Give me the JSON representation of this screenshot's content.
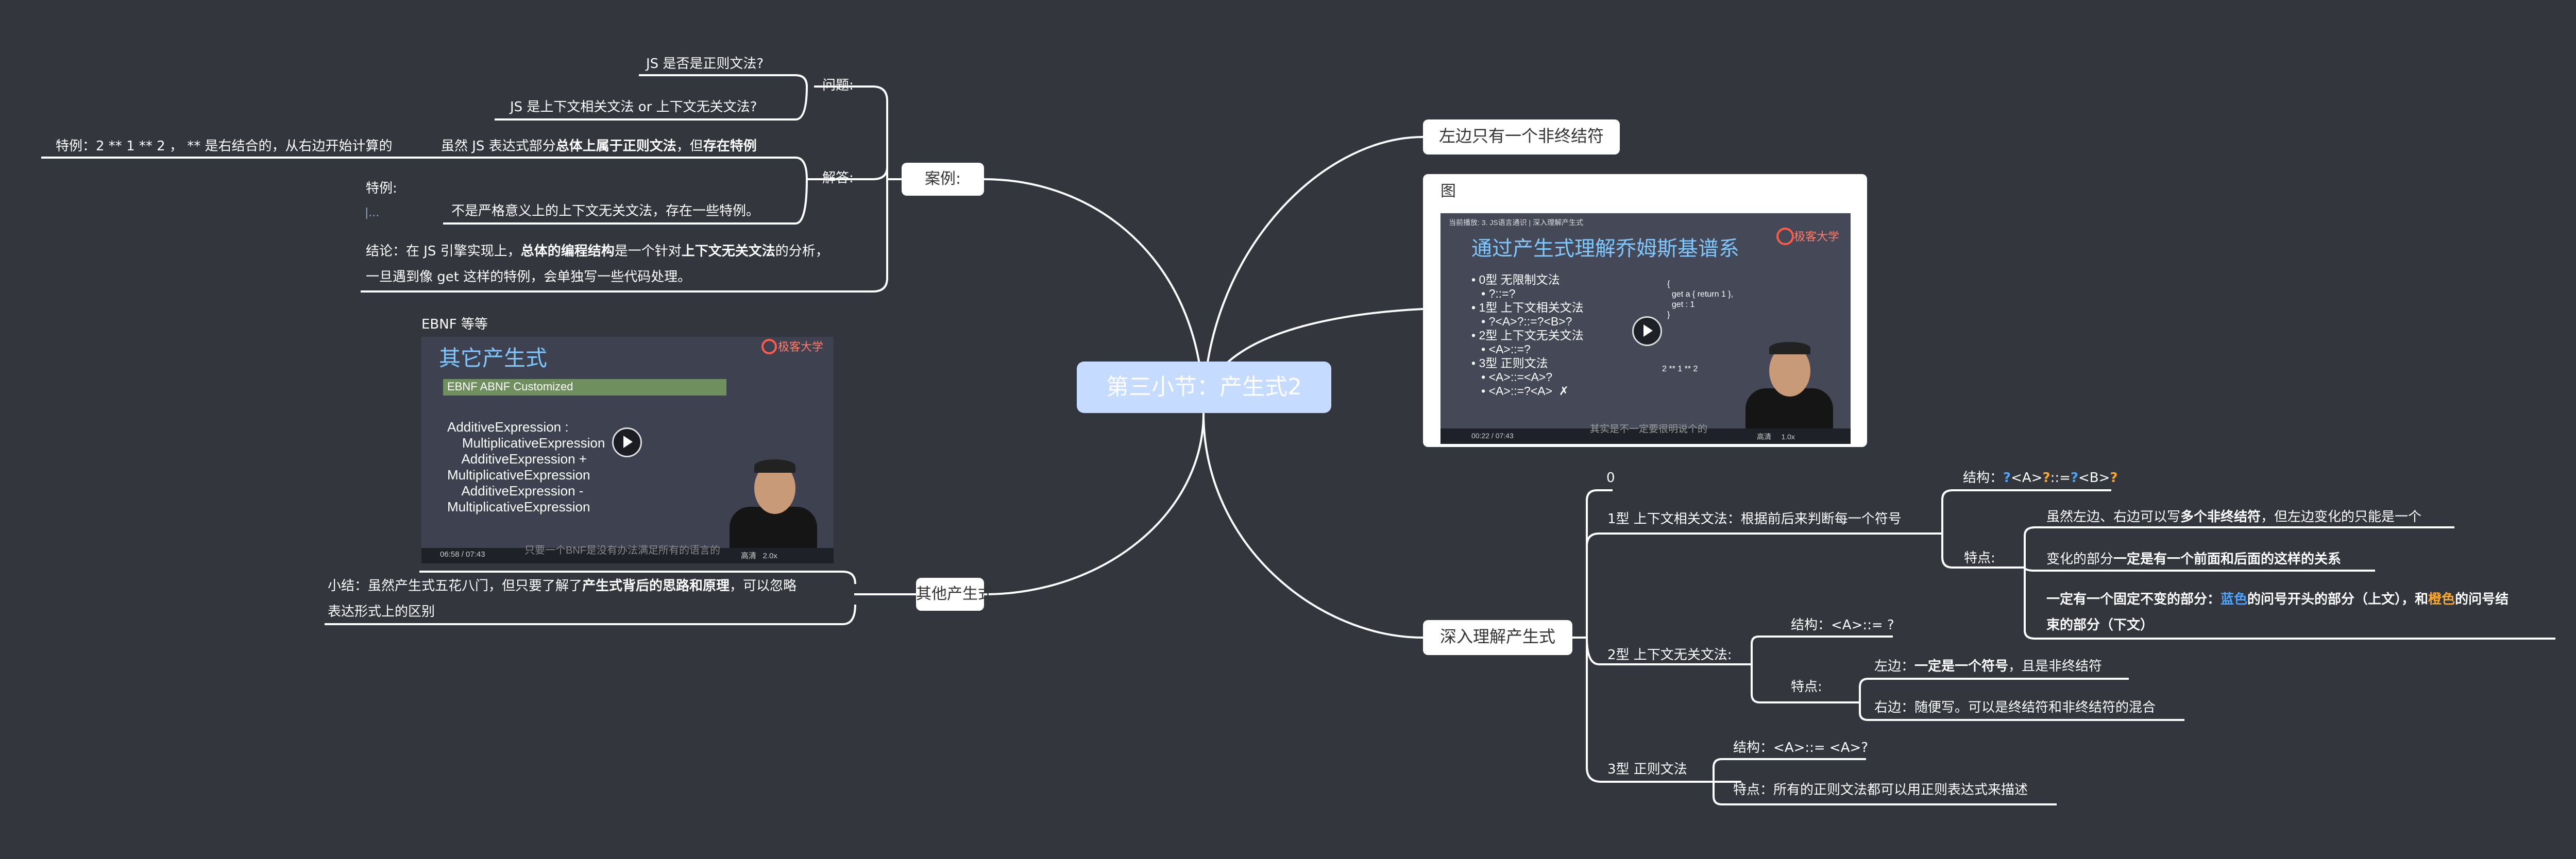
{
  "root": {
    "title": "第三小节：产生式2"
  },
  "left": {
    "cases": {
      "label": "案例:",
      "question": {
        "label": "问题:",
        "q1": "JS 是否是正则文法?",
        "q2": "JS 是上下文相关文法 or 上下文无关文法?"
      },
      "answer": {
        "label": "解答:",
        "a1_pre": "虽然 JS 表达式部分",
        "a1_b1": "总体上属于正则文法",
        "a1_mid": "，但",
        "a1_b2": "存在特例",
        "a1_example": "特例：2 ** 1 ** 2 ，  ** 是右结合的，从右边开始计算的",
        "special_label": "特例:",
        "special_marker": "|...",
        "special_text": "不是严格意义上的上下文无关文法，存在一些特例。"
      },
      "conclusion_l1_pre": "结论：在 JS 引擎实现上，",
      "conclusion_l1_b1": "总体的编程结构",
      "conclusion_l1_mid": "是一个针对",
      "conclusion_l1_b2": "上下文无关文法",
      "conclusion_l1_post": "的分析，",
      "conclusion_l2": "一旦遇到像 get 这样的特例，会单独写一些代码处理。"
    },
    "other": {
      "label": "其他产生式",
      "image_caption": "EBNF 等等",
      "summary_l1_pre": "小结：虽然产生式五花八门，但只要了解了",
      "summary_l1_b": "产生式背后的思路和原理",
      "summary_l1_post": "，可以忽略",
      "summary_l2": "表达形式上的区别",
      "video": {
        "title": "其它产生式",
        "green": "EBNF ABNF Customized",
        "code": "AdditiveExpression :\n    MultiplicativeExpression\n    AdditiveExpression +\nMultiplicativeExpression\n    AdditiveExpression -\nMultiplicativeExpression",
        "logo": "极客大学",
        "time": "06:58 / 07:43",
        "subtitle": "只要一个BNF是没有办法满足所有的语言的",
        "controls": "高清   2.0x"
      }
    }
  },
  "right": {
    "only_one": {
      "label": "左边只有一个非终结符"
    },
    "figure": {
      "label": "图",
      "video": {
        "topbar": "当前播放: 3. JS语言通识 | 深入理解产生式",
        "title": "通过产生式理解乔姆斯基谱系",
        "list": "• 0型 无限制文法\n   • ?::=?\n• 1型 上下文相关文法\n   • ?<A>?::=?<B>?\n• 2型 上下文无关文法\n   • <A>::=?\n• 3型 正则文法\n   • <A>::=<A>?\n   • <A>::=?<A>  ✗",
        "code": "{\n  get a { return 1 },\n  get : 1\n}",
        "code2": "2 ** 1 ** 2",
        "logo": "极客大学",
        "time": "00:22 / 07:43",
        "subtitle": "其实是不一定要很明说个的",
        "controls": "高清     1.0x"
      }
    },
    "deep": {
      "label": "深入理解产生式",
      "type0": {
        "label": "0"
      },
      "type1": {
        "label": "1型 上下文相关文法：根据前后来判断每一个符号",
        "struct_pre": "结构：",
        "struct_q1": "?",
        "struct_mid": "<A>",
        "struct_q2": "?",
        "struct_mid2": "::=",
        "struct_q3": "?",
        "struct_mid3": "<B>",
        "struct_q4": "?",
        "feat_label": "特点:",
        "f1_pre": "虽然左边、右边可以写",
        "f1_b": "多个非终结符",
        "f1_post": "，但左边变化的只能是一个",
        "f2_pre": "变化的部分",
        "f2_b": "一定是有一个前面和后面的这样的关系",
        "f3_b1": "一定有一个固定不变的部分：",
        "f3_blue": "蓝色",
        "f3_b2": "的问号开头的部分（上文），和",
        "f3_orange": "橙色",
        "f3_b3": "的问号结",
        "f3_l2": "束的部分（下文）"
      },
      "type2": {
        "label": "2型 上下文无关文法:",
        "struct": "结构：<A>::= ?",
        "feat_label": "特点:",
        "left_pre": "左边：",
        "left_b": "一定是一个符号",
        "left_post": "，且是非终结符",
        "right": "右边：随便写。可以是终结符和非终结符的混合"
      },
      "type3": {
        "label": "3型 正则文法",
        "struct": "结构：<A>::= <A>?",
        "feat": "特点：所有的正则文法都可以用正则表达式来描述"
      }
    }
  }
}
